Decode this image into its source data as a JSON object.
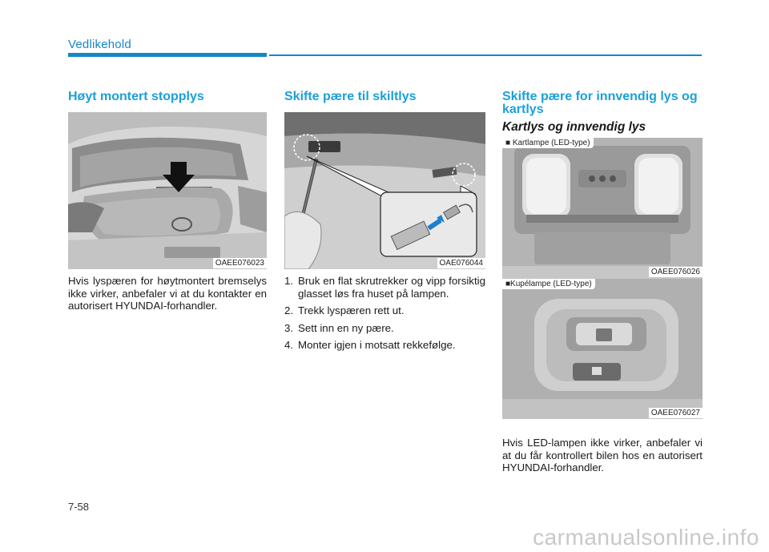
{
  "header": {
    "section": "Vedlikehold"
  },
  "col1": {
    "heading": "Høyt montert stopplys",
    "figure_code": "OAEE076023",
    "body": "Hvis lyspæren for høytmontert bremselys ikke virker, anbefaler vi at du kontakter en autorisert HYUNDAI-forhandler."
  },
  "col2": {
    "heading": "Skifte pære til skiltlys",
    "figure_code": "OAE076044",
    "steps": [
      {
        "num": "1.",
        "text": "Bruk en flat skrutrekker og vipp forsiktig glasset løs fra huset på lampen."
      },
      {
        "num": "2.",
        "text": "Trekk lyspæren rett ut."
      },
      {
        "num": "3.",
        "text": "Sett inn en ny pære."
      },
      {
        "num": "4.",
        "text": "Monter igjen i motsatt rekkefølge."
      }
    ]
  },
  "col3": {
    "heading_line1": "Skifte pære for innvendig lys og",
    "heading_line2": "kartlys",
    "subheading": "Kartlys og innvendig lys",
    "figure1_tag": "■ Kartlampe (LED-type)",
    "figure1_code": "OAEE076026",
    "figure2_tag": "■Kupélampe (LED-type)",
    "figure2_code": "OAEE076027",
    "body": "Hvis LED-lampen ikke virker, anbefaler vi at du får kontrollert bilen hos en autorisert HYUNDAI-forhandler."
  },
  "footer": {
    "page_number": "7-58",
    "watermark": "carmanualsonline.info"
  }
}
